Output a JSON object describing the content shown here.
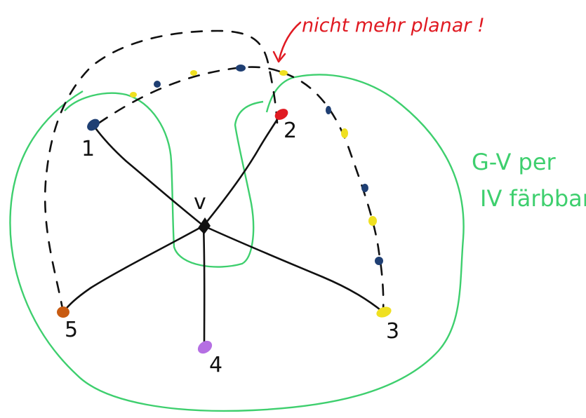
{
  "colors": {
    "ink": "#111111",
    "green": "#3ecf6e",
    "red": "#e01a22",
    "navy": "#1f3f73",
    "yellow": "#efe021",
    "purple": "#b56fe3",
    "orange": "#c85b12"
  },
  "center": {
    "label": "v",
    "color": "#111111"
  },
  "vertices": [
    {
      "label": "1",
      "color": "#1f3f73"
    },
    {
      "label": "2",
      "color": "#e01a22"
    },
    {
      "label": "3",
      "color": "#efe021"
    },
    {
      "label": "4",
      "color": "#b56fe3"
    },
    {
      "label": "5",
      "color": "#c85b12"
    }
  ],
  "path_beads": {
    "description_colors": [
      "#efe021",
      "#1f3f73"
    ]
  },
  "annotations": {
    "warning": "nicht mehr planar !",
    "caption_line1": "G-V per",
    "caption_line2": "IV färbbar"
  }
}
